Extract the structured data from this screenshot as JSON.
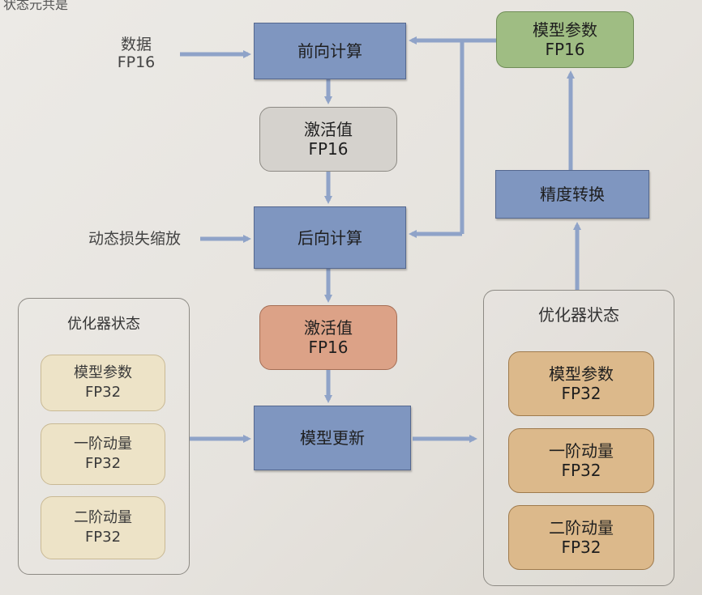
{
  "corner": "状态元共是",
  "inputs": {
    "data": {
      "line1": "数据",
      "line2": "FP16"
    },
    "loss_scale": "动态损失缩放"
  },
  "nodes": {
    "forward": "前向计算",
    "activation_fwd": {
      "line1": "激活值",
      "line2": "FP16"
    },
    "backward": "后向计算",
    "activation_bwd": {
      "line1": "激活值",
      "line2": "FP16"
    },
    "model_update": "模型更新",
    "model_params_fp16": {
      "line1": "模型参数",
      "line2": "FP16"
    },
    "precision_convert": "精度转换"
  },
  "left_group": {
    "title": "优化器状态",
    "items": [
      {
        "line1": "模型参数",
        "line2": "FP32"
      },
      {
        "line1": "一阶动量",
        "line2": "FP32"
      },
      {
        "line1": "二阶动量",
        "line2": "FP32"
      }
    ]
  },
  "right_group": {
    "title": "优化器状态",
    "items": [
      {
        "line1": "模型参数",
        "line2": "FP32"
      },
      {
        "line1": "一阶动量",
        "line2": "FP32"
      },
      {
        "line1": "二阶动量",
        "line2": "FP32"
      }
    ]
  },
  "colors": {
    "arrow": "#8fa3c8",
    "blue_node": "#7f96c0",
    "gray_node": "#d5d2cd",
    "orange_node": "#dca287",
    "green_node": "#9fbd83",
    "tan_left": "#ede3c7",
    "tan_right": "#dcb98b"
  }
}
